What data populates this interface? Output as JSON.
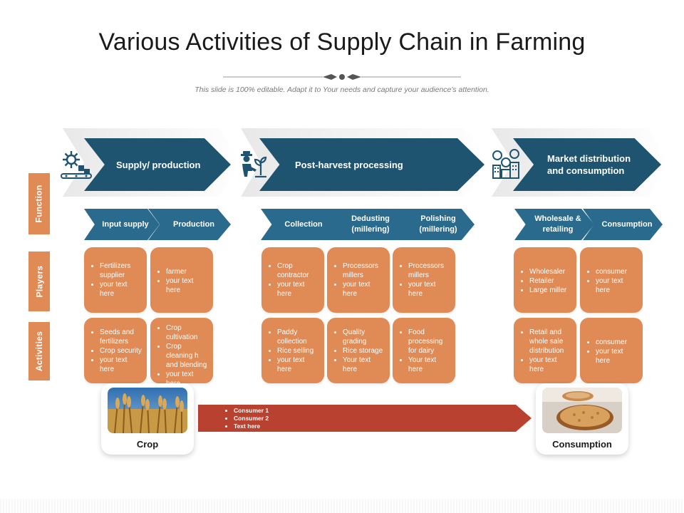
{
  "title": "Various Activities of Supply Chain in Farming",
  "subtitle": "This slide is 100% editable. Adapt it to Your needs and capture your audience's attention.",
  "colors": {
    "navy": "#1f5470",
    "teal": "#2a6a8c",
    "orange": "#e08a55",
    "red": "#b9412f"
  },
  "side_tabs": {
    "function": "Function",
    "players": "Players",
    "activities": "Activities"
  },
  "stages": [
    {
      "label": "Supply/ production",
      "icon": "gear-conveyor-icon"
    },
    {
      "label": "Post-harvest processing",
      "icon": "farmer-plant-icon"
    },
    {
      "label": "Market distribution and consumption",
      "icon": "market-people-icon"
    }
  ],
  "sub_functions": [
    "Input supply",
    "Production",
    "Collection",
    "Dedusting (millering)",
    "Polishing (millering)",
    "Wholesale & retailing",
    "Consumption"
  ],
  "players": [
    [
      "Fertilizers supplier",
      "your text here"
    ],
    [
      "farmer",
      "your text here"
    ],
    [
      "Crop contractor",
      "your text here"
    ],
    [
      "Processors millers",
      "your text here"
    ],
    [
      "Processors millers",
      "your text here"
    ],
    [
      "Wholesaler",
      "Retailer",
      "Large miller"
    ],
    [
      "consumer",
      "your text here"
    ]
  ],
  "activities": [
    [
      "Seeds and fertilizers",
      "Crop security",
      "your text here"
    ],
    [
      "Crop cultivation",
      "Crop cleaning h and blending",
      "your text here"
    ],
    [
      "Paddy collection",
      "Rice selling",
      "your text here"
    ],
    [
      "Quality grading",
      "Rice storage",
      "Your text here"
    ],
    [
      "Food processing for dairy",
      "Your text here"
    ],
    [
      "Retail and whole sale distribution",
      "your text here"
    ],
    [
      "consumer",
      "your text here"
    ]
  ],
  "flow": {
    "items": [
      "Consumer 1",
      "Consumer 2",
      "Text here"
    ]
  },
  "crop_label": "Crop",
  "consumption_label": "Consumption"
}
